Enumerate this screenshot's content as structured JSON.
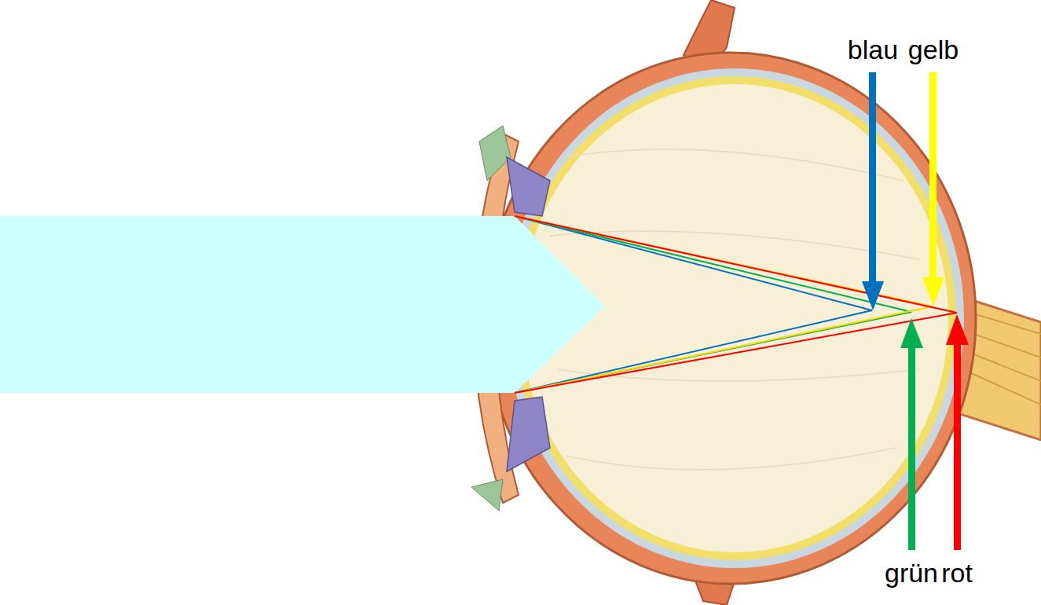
{
  "diagram": {
    "labels": [
      "blau",
      "gelb",
      "grün",
      "rot"
    ]
  }
}
